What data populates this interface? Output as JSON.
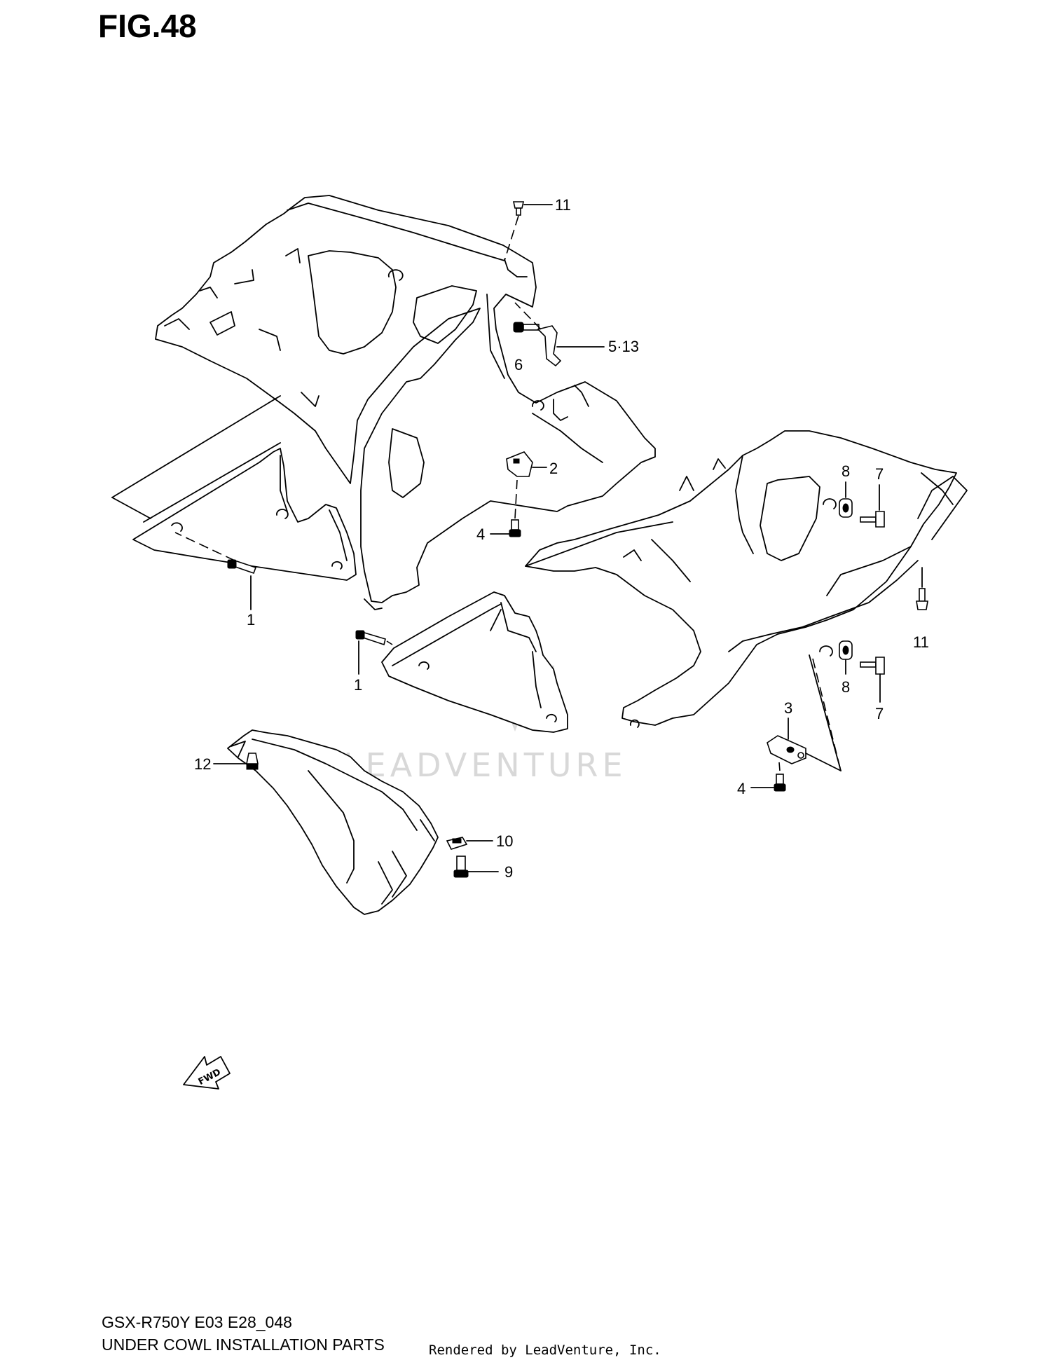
{
  "figure": {
    "title": "FIG.48",
    "model_code": "GSX-R750Y E03 E28_048",
    "caption": "UNDER COWL INSTALLATION PARTS",
    "credit": "Rendered by LeadVenture, Inc.",
    "watermark": "LEADVENTURE"
  },
  "forward_arrow": {
    "label": "FWD"
  },
  "callouts": [
    {
      "id": "callout-11-top",
      "label": "11"
    },
    {
      "id": "callout-5-13",
      "label": "5·13"
    },
    {
      "id": "callout-6",
      "label": "6"
    },
    {
      "id": "callout-2",
      "label": "2"
    },
    {
      "id": "callout-4-center",
      "label": "4"
    },
    {
      "id": "callout-1-left",
      "label": "1"
    },
    {
      "id": "callout-1-center",
      "label": "1"
    },
    {
      "id": "callout-8-top",
      "label": "8"
    },
    {
      "id": "callout-7-top",
      "label": "7"
    },
    {
      "id": "callout-11-right",
      "label": "11"
    },
    {
      "id": "callout-8-bottom",
      "label": "8"
    },
    {
      "id": "callout-7-bottom",
      "label": "7"
    },
    {
      "id": "callout-3",
      "label": "3"
    },
    {
      "id": "callout-4-right",
      "label": "4"
    },
    {
      "id": "callout-12",
      "label": "12"
    },
    {
      "id": "callout-10",
      "label": "10"
    },
    {
      "id": "callout-9",
      "label": "9"
    }
  ],
  "colors": {
    "ink": "#000000",
    "paper": "#ffffff",
    "watermark": "#d8d8d8"
  }
}
